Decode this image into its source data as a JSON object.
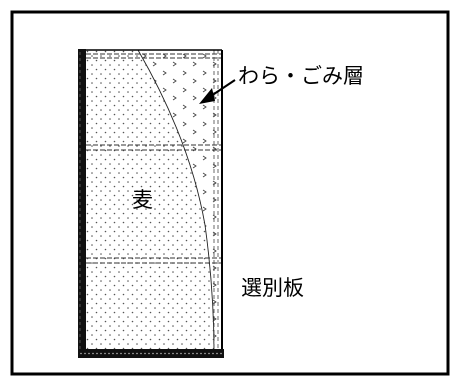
{
  "labels": {
    "straw_dust_layer": "わら・ごみ層",
    "wheat": "麦",
    "sorting_plate": "選別板"
  },
  "colors": {
    "ink": "#000000",
    "background": "#ffffff",
    "dot": "#555555"
  }
}
